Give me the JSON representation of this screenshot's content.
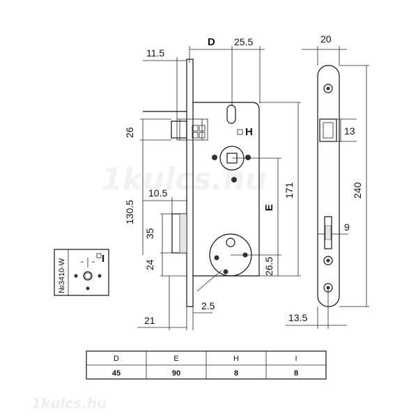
{
  "watermark": {
    "main": "1kulcs.hu",
    "corner": "1kulcs.hu"
  },
  "dimensions": {
    "d_label": "D",
    "d_value": "25.5",
    "faceplate_offset": "11.5",
    "latch_height": "26",
    "h_label": "H",
    "e_label": "E",
    "height_171": "171",
    "total_height": "240",
    "faceplate_width": "20",
    "slot_13": "13",
    "slot_9": "9",
    "bottom_13_5": "13.5",
    "depth_130_5": "130.5",
    "bolt_10_5": "10.5",
    "bolt_35": "35",
    "bolt_24": "24",
    "cyl_26_5": "26.5",
    "dim_21": "21",
    "dim_2_5": "2.5"
  },
  "detail_box": {
    "code": "№3410-W",
    "i_label": "I"
  },
  "spec_table": {
    "headers": [
      "D",
      "E",
      "H",
      "I"
    ],
    "values": [
      "45",
      "90",
      "8",
      "8"
    ]
  }
}
